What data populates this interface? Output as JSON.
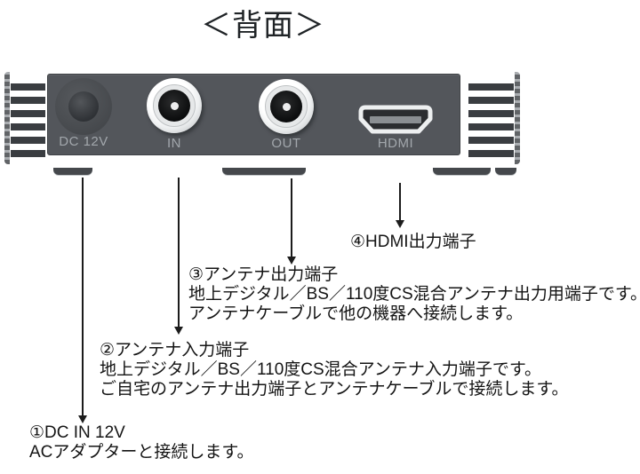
{
  "title": "＜背面＞",
  "device": {
    "ports": [
      {
        "label": "DC 12V"
      },
      {
        "label": "IN"
      },
      {
        "label": "OUT"
      },
      {
        "label": "HDMI"
      }
    ]
  },
  "callouts": [
    {
      "heading": "①DC IN 12V",
      "desc": [
        "ACアダプターと接続します。"
      ]
    },
    {
      "heading": "②アンテナ入力端子",
      "desc": [
        "地上デジタル／BS／110度CS混合アンテナ入力端子です。",
        "ご自宅のアンテナ出力端子とアンテナケーブルで接続します。"
      ]
    },
    {
      "heading": "③アンテナ出力端子",
      "desc": [
        "地上デジタル／BS／110度CS混合アンテナ出力用端子です。",
        "アンテナケーブルで他の機器へ接続します。"
      ]
    },
    {
      "heading": "④HDMI出力端子",
      "desc": []
    }
  ],
  "colors": {
    "background": "#ffffff",
    "device_body": "#5c6065",
    "device_panel": "#53565b",
    "vent_dark": "#3a3d41",
    "port_label": "#a2a7ac",
    "text": "#141414"
  }
}
